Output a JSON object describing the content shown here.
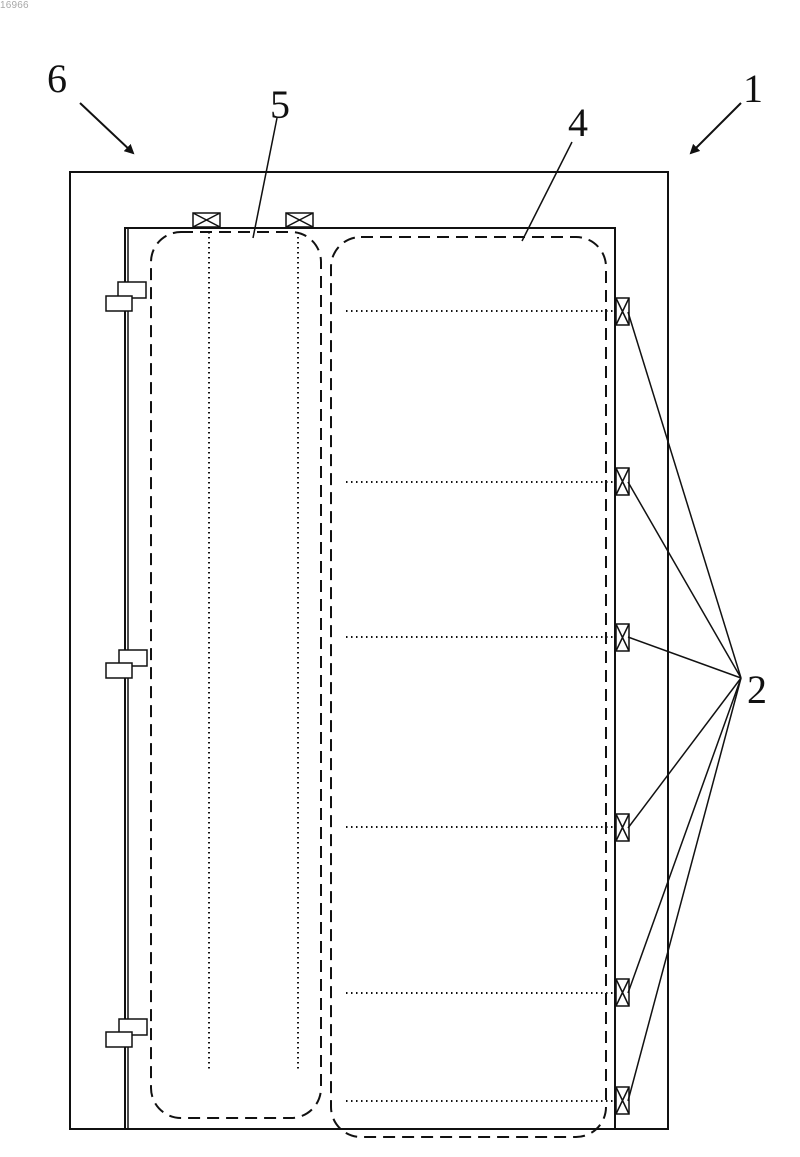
{
  "page_id": "16966",
  "reference_numerals": {
    "ref_1": "1",
    "ref_2": "2",
    "ref_4": "4",
    "ref_5": "5",
    "ref_6": "6"
  },
  "colors": {
    "line": "#111111",
    "background": "#ffffff",
    "page_id": "#a8a8a8"
  }
}
